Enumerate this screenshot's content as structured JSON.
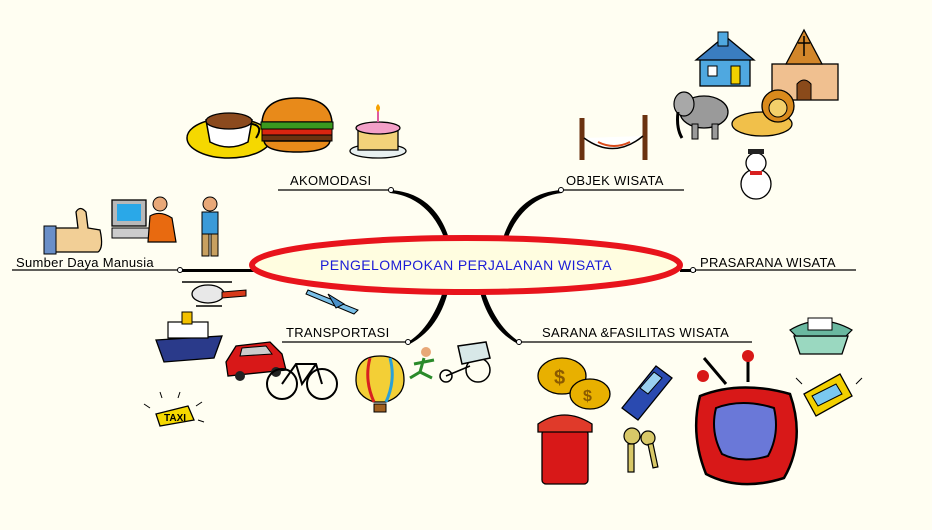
{
  "center": {
    "label": "PENGELOMPOKAN PERJALANAN WISATA"
  },
  "branches": {
    "akomodasi": "AKOMODASI",
    "objek": "OBJEK WISATA",
    "sdm": "Sumber Daya Manusia",
    "prasarana": "PRASARANA WISATA",
    "transportasi": "TRANSPORTASI",
    "sarana": "SARANA &FASILITAS WISATA"
  },
  "signs": {
    "taxi": "TAXI"
  },
  "colors": {
    "background": "#fffef2",
    "ellipse_border": "#e8141c",
    "ellipse_fill": "#fffde0",
    "center_text": "#1b1bd6",
    "branch_line": "#000000"
  }
}
